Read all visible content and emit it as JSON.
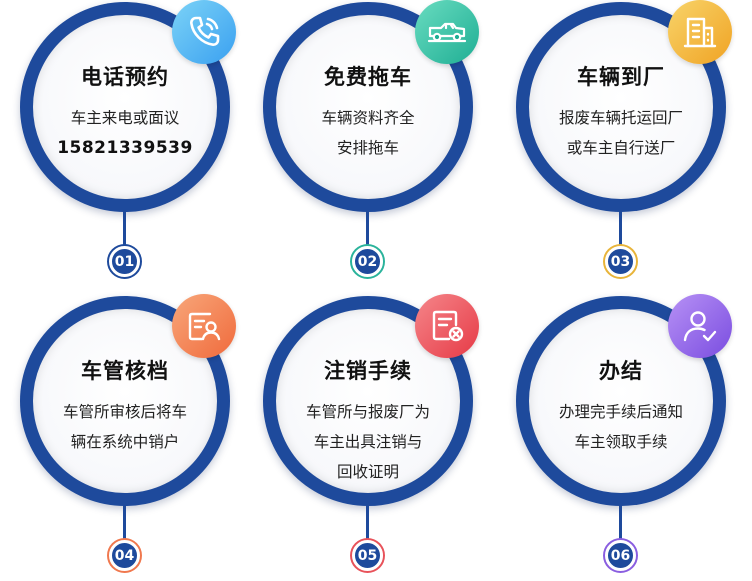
{
  "steps": [
    {
      "number": "01",
      "title": "电话预约",
      "lines": [
        "车主来电或面议"
      ],
      "phone": "15821339539",
      "icon": "phone-icon",
      "badge_colors": [
        "#3aa0f0",
        "#7cd3f7"
      ],
      "ring_color": "#3aa0f0"
    },
    {
      "number": "02",
      "title": "免费拖车",
      "lines": [
        "车辆资料齐全",
        "安排拖车"
      ],
      "icon": "tow-truck-icon",
      "badge_colors": [
        "#1fae94",
        "#69dcc0"
      ],
      "ring_color": "#2ab39b"
    },
    {
      "number": "03",
      "title": "车辆到厂",
      "lines": [
        "报废车辆托运回厂",
        "或车主自行送厂"
      ],
      "icon": "building-icon",
      "badge_colors": [
        "#f0a324",
        "#f8d46a"
      ],
      "ring_color": "#e8b43a"
    },
    {
      "number": "04",
      "title": "车管核档",
      "lines": [
        "车管所审核后将车",
        "辆在系统中销户"
      ],
      "icon": "id-card-icon",
      "badge_colors": [
        "#f06a3c",
        "#f8a77a"
      ],
      "ring_color": "#f0784e"
    },
    {
      "number": "05",
      "title": "注销手续",
      "lines": [
        "车管所与报废厂为",
        "车主出具注销与",
        "回收证明"
      ],
      "icon": "cancel-document-icon",
      "badge_colors": [
        "#e63a46",
        "#f5868a"
      ],
      "ring_color": "#e8525a"
    },
    {
      "number": "06",
      "title": "办结",
      "lines": [
        "办理完手续后通知",
        "车主领取手续"
      ],
      "icon": "user-check-icon",
      "badge_colors": [
        "#7a4de0",
        "#b791f5"
      ],
      "ring_color": "#8a5ee0"
    }
  ]
}
